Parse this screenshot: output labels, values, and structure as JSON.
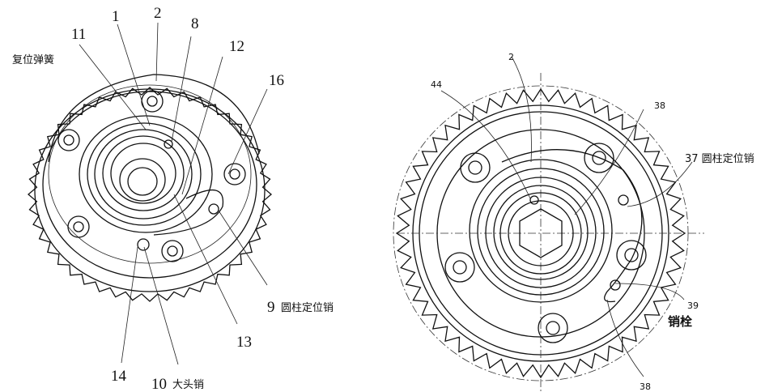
{
  "left_figure": {
    "labels": {
      "l11": "11",
      "l1": "1",
      "l2": "2",
      "l8": "8",
      "l12": "12",
      "l16": "16",
      "l13": "13",
      "l14": "14",
      "l9_num": "9",
      "l9_text": "圆柱定位销",
      "l10_num": "10",
      "l10_text": "大头销",
      "reset_spring": "复位弹簧"
    }
  },
  "right_figure": {
    "labels": {
      "l2": "2",
      "l44": "44",
      "l38_top": "38",
      "l37": "37 圆柱定位销",
      "l39": "39",
      "pin_bolt": "销栓",
      "l38_bottom": "38"
    }
  }
}
